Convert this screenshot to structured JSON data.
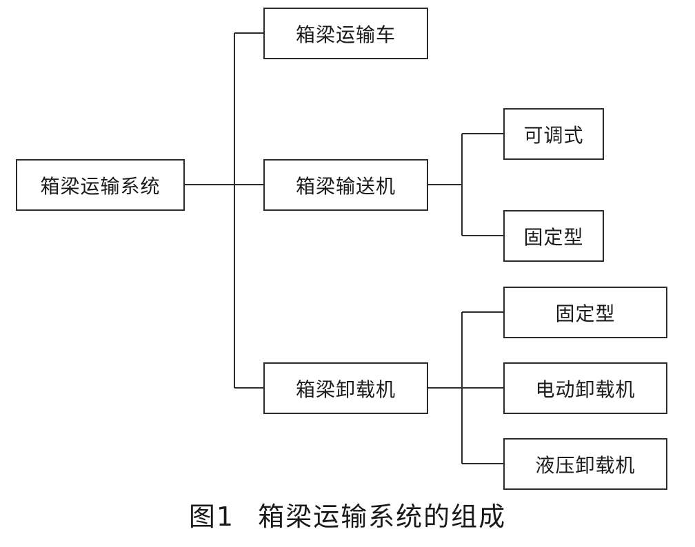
{
  "root": {
    "label": "箱梁运输系统"
  },
  "level1": [
    {
      "id": "vehicle",
      "label": "箱梁运输车"
    },
    {
      "id": "conveyor",
      "label": "箱梁输送机"
    },
    {
      "id": "unloader",
      "label": "箱梁卸载机"
    }
  ],
  "conveyor_children": [
    {
      "label": "可调式"
    },
    {
      "label": "固定型"
    }
  ],
  "unloader_children": [
    {
      "label": "固定型"
    },
    {
      "label": "电动卸载机"
    },
    {
      "label": "液压卸载机"
    }
  ],
  "caption": {
    "figure_number": "图1",
    "title": "箱梁运输系统的组成"
  }
}
